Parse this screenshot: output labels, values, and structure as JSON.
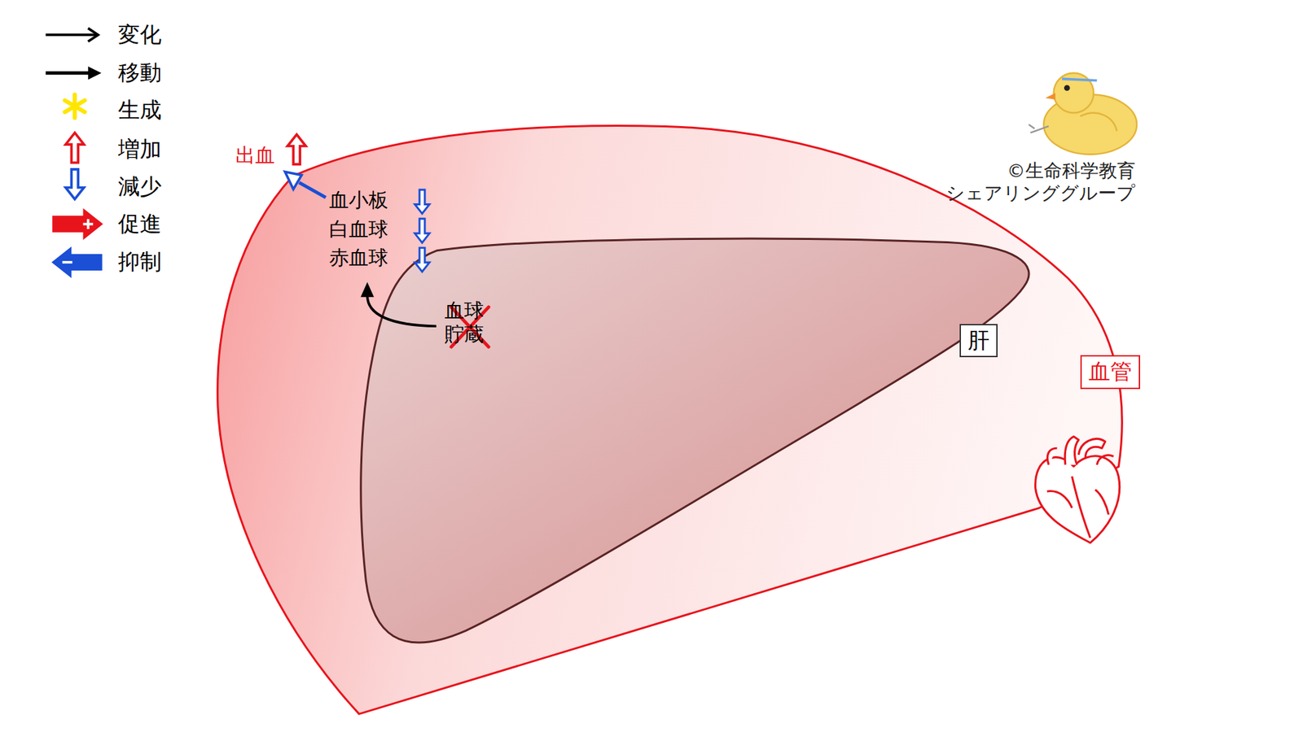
{
  "diagram": {
    "nodes": [
      {
        "text": [
          "血管"
        ]
      },
      {
        "text": [
          "肝"
        ],
        "in": 0
      }
    ],
    "labels": [
      "出血",
      "血小板",
      "白血球",
      "赤血球",
      "血球 貯蔵",
      "©生命科学教育 シェアリンググループ"
    ],
    "legend": [
      {
        "text": "変化"
      },
      {
        "text": "移動"
      },
      {
        "text": "生成"
      },
      {
        "text": "増加"
      },
      {
        "text": "減少"
      },
      {
        "text": "促進"
      },
      {
        "text": "抑制"
      }
    ]
  }
}
